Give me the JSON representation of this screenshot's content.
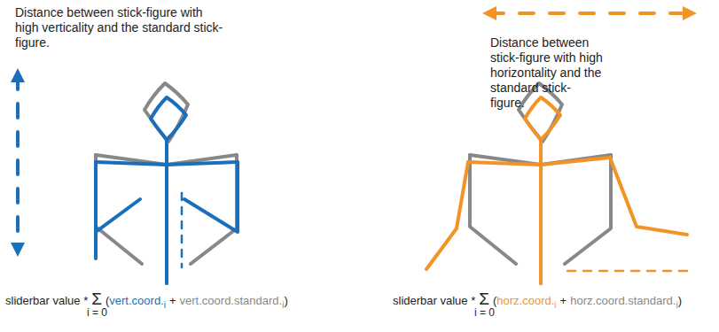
{
  "diagram": {
    "labels": [
      "Distance between stick-figure with high verticality and the standard stick-figure.",
      "Distance between stick-figure with high horizontality and the standard stick-figure.",
      "sliderbar value *",
      "Σ",
      "(",
      "vert.coord.",
      "i",
      "+",
      "vert.coord.standard.",
      "i",
      ")",
      "i = 0",
      "sliderbar value *",
      "Σ",
      "(",
      "horz.coord.",
      "i",
      "+",
      "horz.coord.standard.",
      "i",
      ")",
      "i = 0"
    ]
  }
}
